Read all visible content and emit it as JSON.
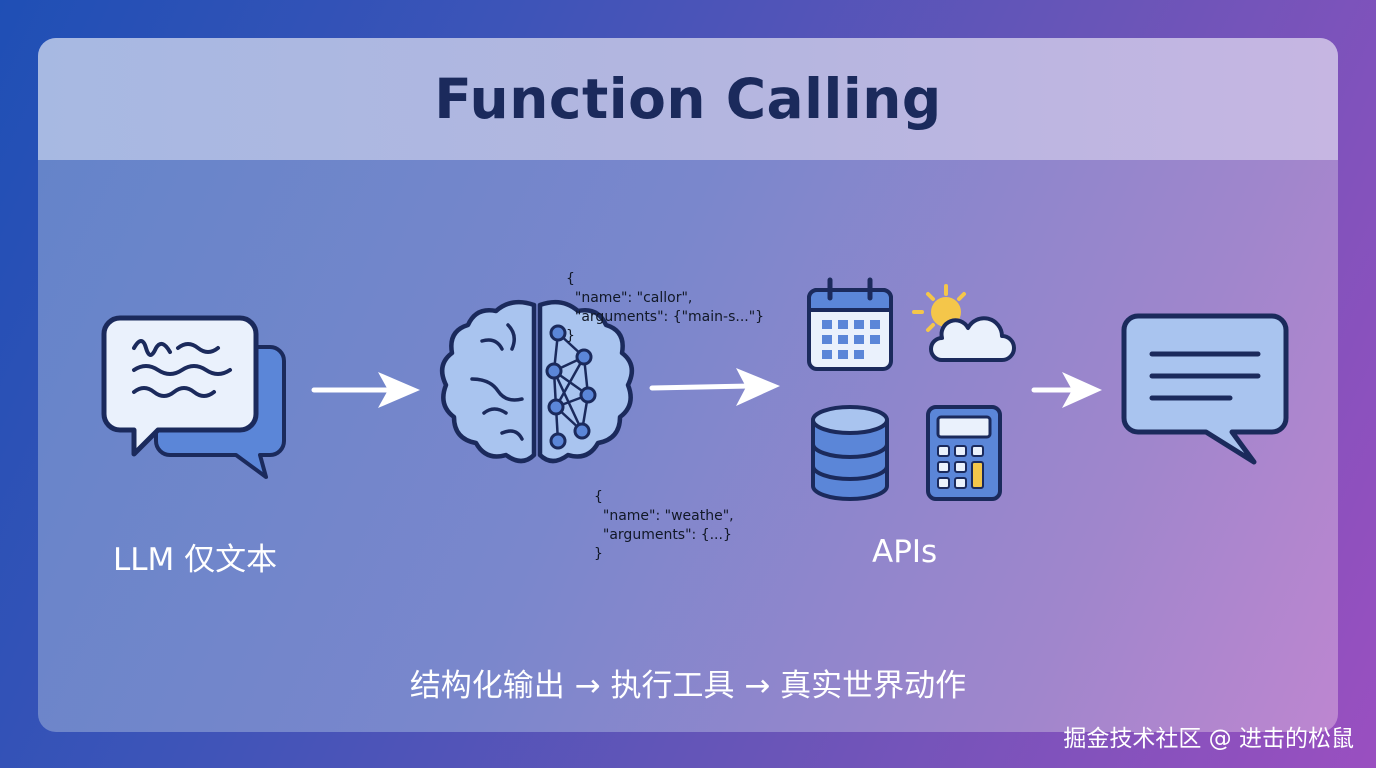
{
  "title": "Function Calling",
  "labels": {
    "llm": "LLM 仅文本",
    "apis": "APIs"
  },
  "code_top": [
    "{",
    "  \"name\": \"callor\",",
    "  \"arguments\": {\"main-s...\"}",
    "}"
  ],
  "code_bottom": [
    "{",
    "  \"name\": \"weathe\",",
    "  \"arguments\": {...}",
    "}"
  ],
  "flow_caption": "结构化输出 → 执行工具 → 真实世界动作",
  "watermark": "掘金技术社区 @ 进击的松鼠",
  "icons": [
    "chat-bubbles-icon",
    "brain-network-icon",
    "calendar-icon",
    "sun-cloud-icon",
    "database-icon",
    "calculator-icon",
    "message-bubble-icon"
  ],
  "colors": {
    "outline": "#1b2a5c",
    "icon_fill": "#a9c4ef",
    "icon_fill_dark": "#5b86d8",
    "accent_yellow": "#f4c64a"
  }
}
